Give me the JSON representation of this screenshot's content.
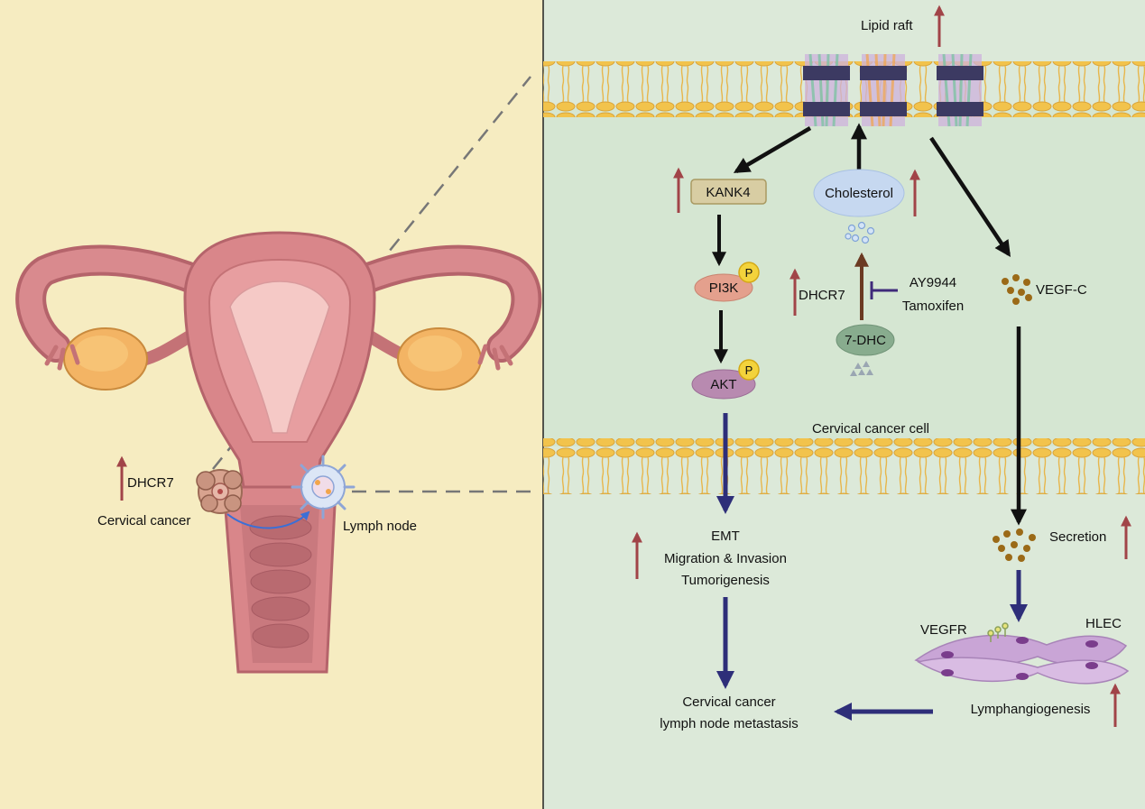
{
  "colors": {
    "left_bg": "#f6ecc1",
    "right_bg": "#dce9d9",
    "up_arrow": "#a14448",
    "flow_dark": "#2e2e79",
    "uterus": "#d9868a",
    "ovary": "#f3b464",
    "lipid_head": "#f2c34c",
    "vegf_dot": "#9b6a17",
    "hlec": "#c9a5d6"
  },
  "left": {
    "dhcr7_label": "DHCR7",
    "cervical_cancer_label": "Cervical cancer",
    "lymph_node_label": "Lymph node"
  },
  "right": {
    "lipid_raft": "Lipid raft",
    "kank4": "KANK4",
    "cholesterol": "Cholesterol",
    "pi3k": "PI3K",
    "akt": "AKT",
    "phospho": "P",
    "dhcr7": "DHCR7",
    "inhibitor_1": "AY9944",
    "inhibitor_2": "Tamoxifen",
    "seven_dhc": "7-DHC",
    "vegf_c": "VEGF-C",
    "cell_label": "Cervical cancer cell",
    "emt": "EMT",
    "migration": "Migration & Invasion",
    "tumorigenesis": "Tumorigenesis",
    "secretion": "Secretion",
    "vegfr": "VEGFR",
    "hlec": "HLEC",
    "lymphangiogenesis": "Lymphangiogenesis",
    "metastasis_1": "Cervical cancer",
    "metastasis_2": "lymph node metastasis"
  }
}
